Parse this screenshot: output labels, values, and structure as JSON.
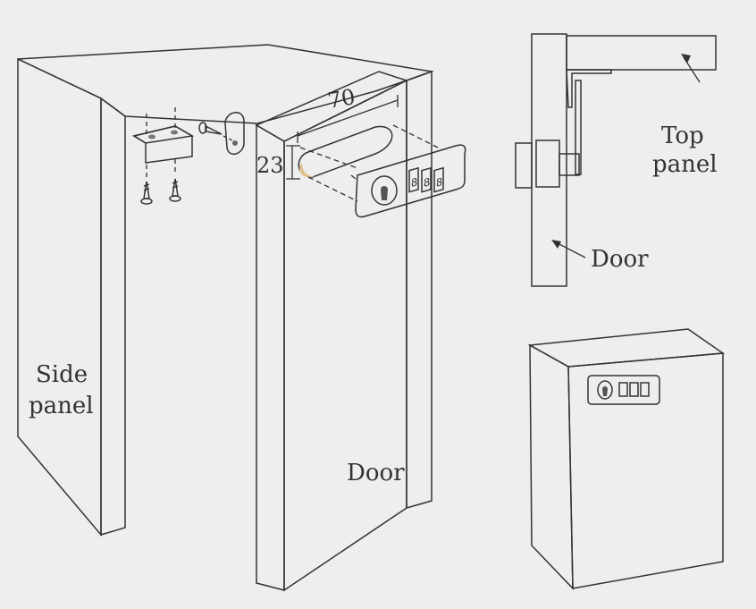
{
  "labels": {
    "side_panel_line1": "Side",
    "side_panel_line2": "panel",
    "door_main": "Door",
    "top_panel_line1": "Top",
    "top_panel_line2": "panel",
    "door_side": "Door"
  },
  "dimensions": {
    "width": "70",
    "height": "23"
  },
  "colors": {
    "background": "#eeeeee",
    "wood_light": "#f3d9a8",
    "wood_mid": "#e9c48a",
    "wood_dark": "#d9ae6e",
    "metal": "#d2d2d2",
    "outline": "#333333"
  },
  "lock": {
    "digits": [
      "8",
      "8",
      "8"
    ]
  }
}
